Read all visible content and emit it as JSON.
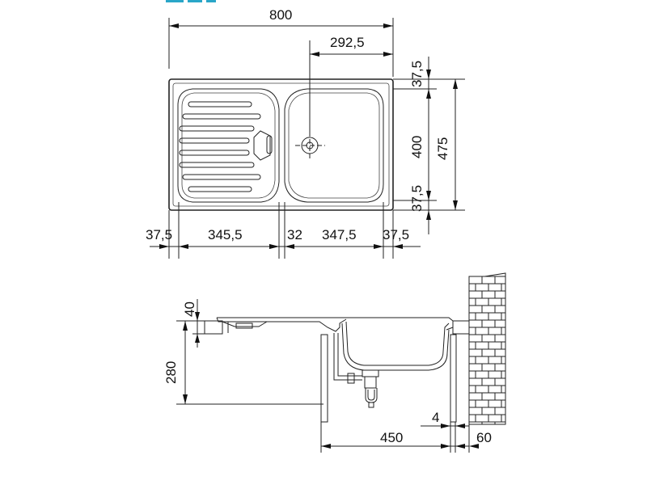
{
  "top_view": {
    "overall_width": "800",
    "bowl_center_offset": "292,5",
    "height_total": "475",
    "height_inner": "400",
    "top_margin": "37,5",
    "bottom_margin": "37,5",
    "left_margin": "37,5",
    "drainer_width": "345,5",
    "gap": "32",
    "bowl_width": "347,5",
    "right_margin": "37,5"
  },
  "side_view": {
    "rim_height": "40",
    "depth": "280",
    "cabinet_depth": "450",
    "wall_gap": "4",
    "wall_thickness": "60"
  },
  "colors": {
    "line": "#222222",
    "logo": "#2aa6c8"
  }
}
